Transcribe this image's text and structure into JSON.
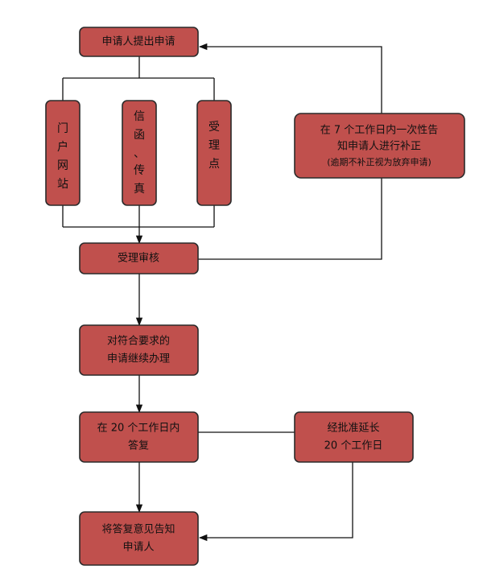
{
  "nodes": {
    "submit": "申请人提出申请",
    "channel_portal": [
      "门",
      "户",
      "网",
      "站"
    ],
    "channel_letter": [
      "信",
      "函",
      "、",
      "传",
      "真"
    ],
    "channel_office": [
      "受",
      "理",
      "点"
    ],
    "notify_line1": "在 7 个工作日内一次性告",
    "notify_line2": "知申请人进行补正",
    "notify_line3": "(逾期不补正视为放弃申请)",
    "review": "受理审核",
    "continue_line1": "对符合要求的",
    "continue_line2": "申请继续办理",
    "reply_line1": "在 20 个工作日内",
    "reply_line2": "答复",
    "extend_line1": "经批准延长",
    "extend_line2": "20 个工作日",
    "inform_line1": "将答复意见告知",
    "inform_line2": "申请人"
  },
  "colors": {
    "box_fill": "#c0504d",
    "box_border": "#2a2a2a",
    "line": "#111111"
  }
}
